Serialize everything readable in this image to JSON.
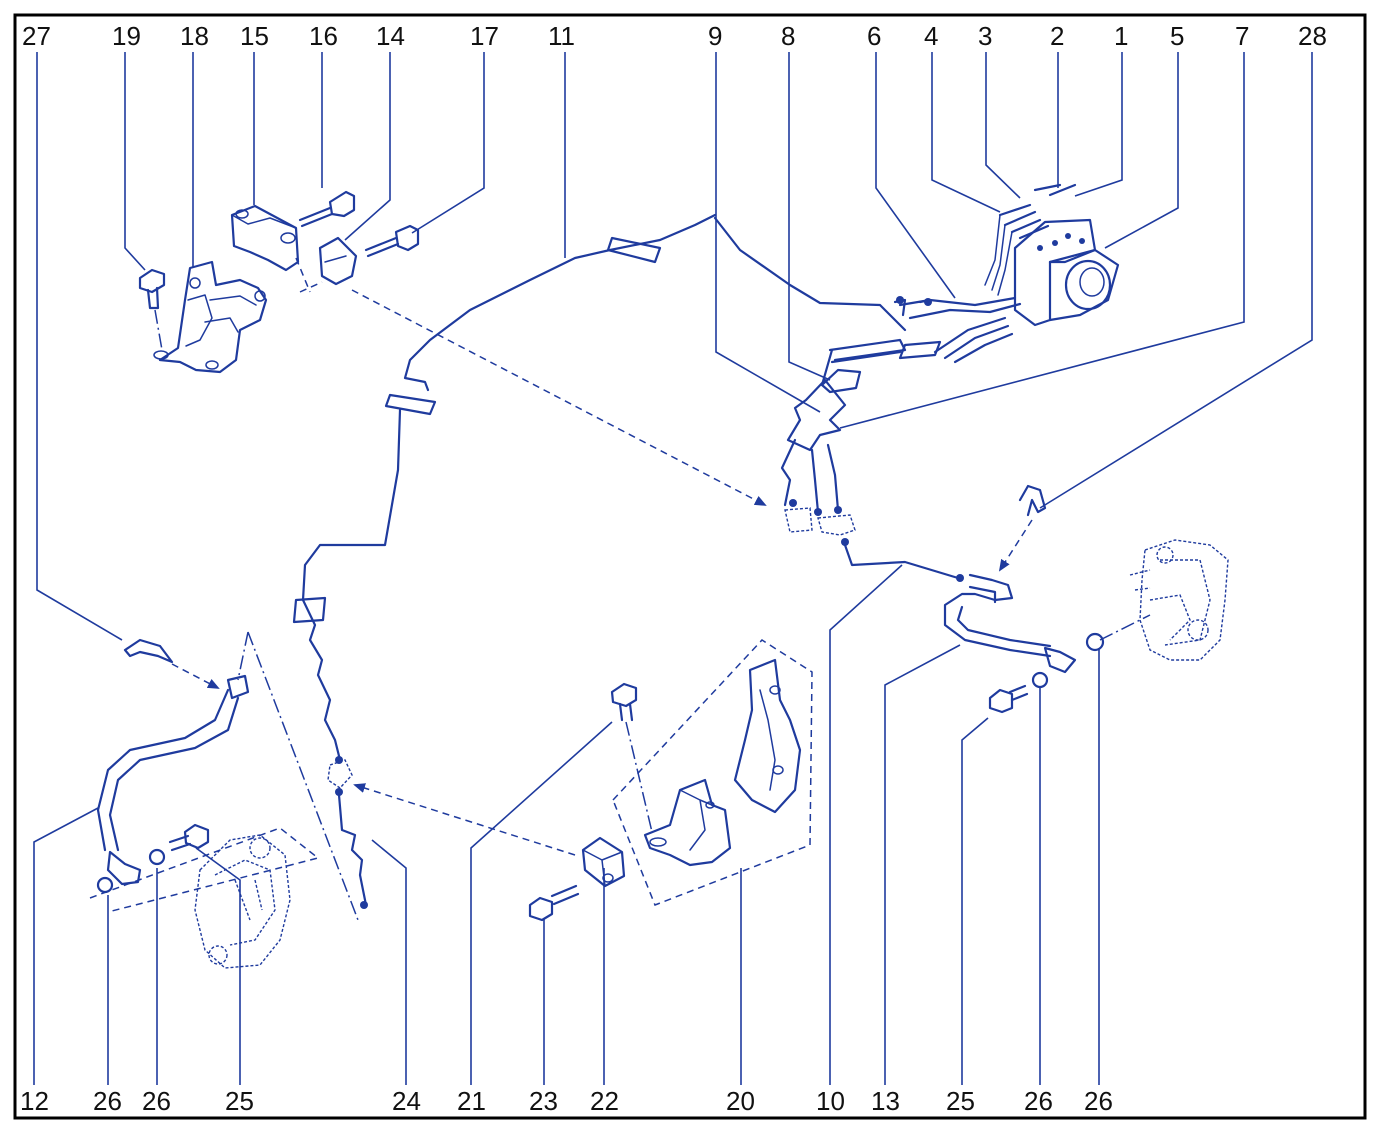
{
  "labels": {
    "top": {
      "l27": "27",
      "l19": "19",
      "l18": "18",
      "l15": "15",
      "l16": "16",
      "l14": "14",
      "l17": "17",
      "l11": "11",
      "l9": "9",
      "l8": "8",
      "l6": "6",
      "l4": "4",
      "l3": "3",
      "l2": "2",
      "l1": "1",
      "l5": "5",
      "l7": "7",
      "l28": "28"
    },
    "bottom": {
      "l12": "12",
      "l26a": "26",
      "l26b": "26",
      "l25a": "25",
      "l24": "24",
      "l21": "21",
      "l23": "23",
      "l22": "22",
      "l20": "20",
      "l10": "10",
      "l13": "13",
      "l25b": "25",
      "l26c": "26",
      "l26d": "26"
    }
  },
  "colors": {
    "line": "#1f3b9e",
    "frame": "#000000",
    "text": "#111111"
  }
}
